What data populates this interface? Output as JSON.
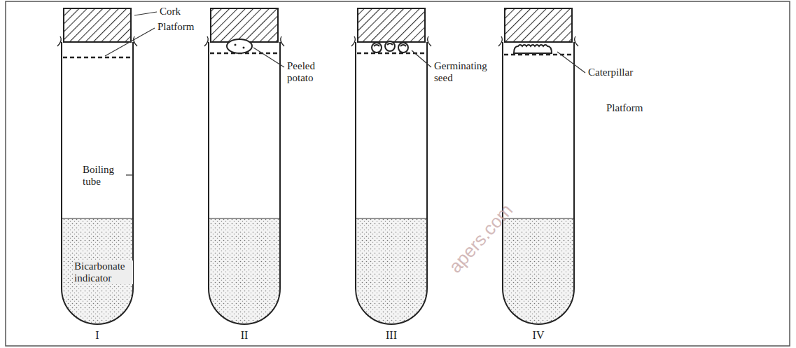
{
  "diagram": {
    "labels": [
      "Cork",
      "Platform",
      "Boiling tube",
      "Bicarbonate indicator",
      "I",
      "Peeled potato",
      "II",
      "Germinating seed",
      "III",
      "Caterpillar",
      "Platform",
      "IV",
      "apers.com"
    ]
  }
}
